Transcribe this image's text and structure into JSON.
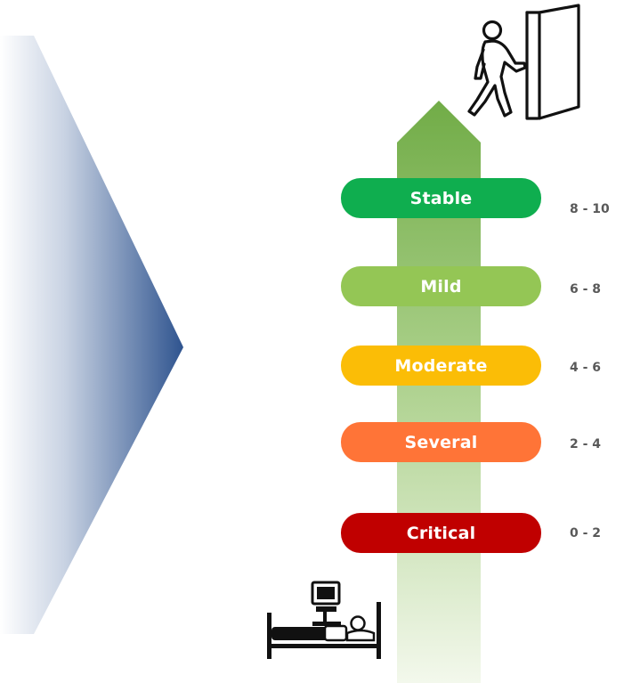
{
  "levels": [
    {
      "label": "Stable",
      "range": "8 - 10",
      "color": "#0fae4f"
    },
    {
      "label": "Mild",
      "range": "6 - 8",
      "color": "#94c655"
    },
    {
      "label": "Moderate",
      "range": "4 - 6",
      "color": "#fbbd06"
    },
    {
      "label": "Several",
      "range": "2 - 4",
      "color": "#ff7437"
    },
    {
      "label": "Critical",
      "range": "0 - 2",
      "color": "#c00000"
    }
  ],
  "icons": {
    "top": "person-exiting-door-icon",
    "bottom": "patient-in-hospital-bed-icon"
  },
  "colors": {
    "arrow_top": "#71ac47",
    "arrow_bottom": "#f3f8ec",
    "chevron_dark": "#2f548f",
    "chevron_light": "#ffffff"
  }
}
